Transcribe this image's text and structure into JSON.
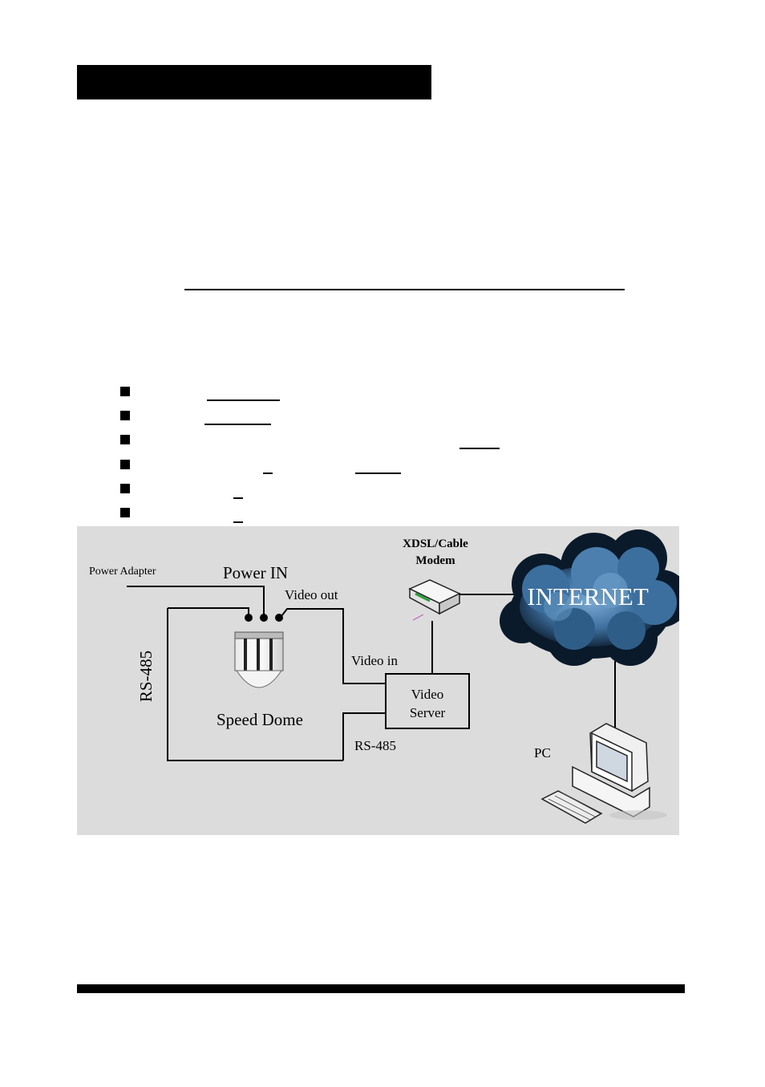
{
  "diagram": {
    "labels": {
      "power_adapter": "Power Adapter",
      "power_in": "Power IN",
      "video_out": "Video out",
      "rs485_vertical": "RS-485",
      "video_in": "Video in",
      "speed_dome": "Speed Dome",
      "video_server_line1": "Video",
      "video_server_line2": "Server",
      "rs485_bottom": "RS-485",
      "modem_line1": "XDSL/Cable",
      "modem_line2": "Modem",
      "internet": "INTERNET",
      "pc": "PC"
    },
    "colors": {
      "background": "#dcdcdc",
      "cloud_dark": "#0b1a2b",
      "cloud_mid": "#3d6f9e",
      "cloud_light": "#6a9cc8"
    }
  }
}
